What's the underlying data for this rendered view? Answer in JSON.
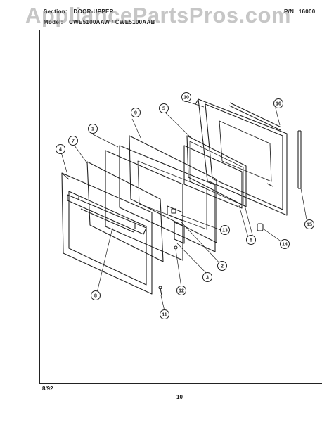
{
  "header": {
    "section_label": "Section:",
    "section_value": "DOOR-UPPER",
    "model_label": "Model:",
    "model_value": "CWE5100AAW / CWE5100AAB",
    "pn_label": "P/N",
    "pn_value": "16000"
  },
  "watermark": "AppliancePartsPros.com",
  "footer": {
    "date": "8/92",
    "page_number": "10"
  },
  "callouts": [
    {
      "id": "c1",
      "label": "1"
    },
    {
      "id": "c2",
      "label": "2"
    },
    {
      "id": "c3",
      "label": "3"
    },
    {
      "id": "c4",
      "label": "4"
    },
    {
      "id": "c5",
      "label": "5"
    },
    {
      "id": "c6",
      "label": "6"
    },
    {
      "id": "c7",
      "label": "7"
    },
    {
      "id": "c8",
      "label": "8"
    },
    {
      "id": "c9",
      "label": "9"
    },
    {
      "id": "c10",
      "label": "10"
    },
    {
      "id": "c11",
      "label": "11"
    },
    {
      "id": "c12",
      "label": "12"
    },
    {
      "id": "c13",
      "label": "13"
    },
    {
      "id": "c14",
      "label": "14"
    },
    {
      "id": "c15",
      "label": "15"
    },
    {
      "id": "c16",
      "label": "16"
    }
  ]
}
